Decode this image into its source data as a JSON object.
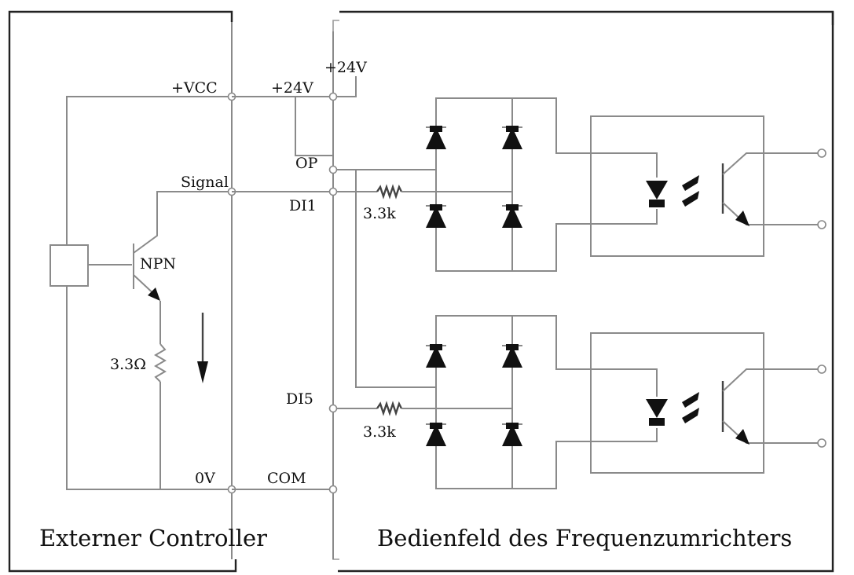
{
  "labels": {
    "vcc": "+VCC",
    "v24_a": "+24V",
    "v24_b": "+24V",
    "signal": "Signal",
    "op": "OP",
    "di1": "DI1",
    "di5": "DI5",
    "com": "COM",
    "zero_v": "0V",
    "npn": "NPN",
    "r_emitter": "3.3Ω",
    "r_di1": "3.3k",
    "r_di5": "3.3k"
  },
  "sections": {
    "left": "Externer Controller",
    "right": "Bedienfeld des Frequenzumrichters"
  },
  "icons": {
    "diode": "diode-icon",
    "led": "led-icon",
    "phototransistor": "phototransistor-icon",
    "npn": "npn-transistor-icon",
    "resistor": "resistor-icon",
    "arrow": "current-arrow-icon"
  },
  "colors": {
    "wire": "#8a8a8a",
    "frame": "#222222",
    "text": "#111111"
  }
}
